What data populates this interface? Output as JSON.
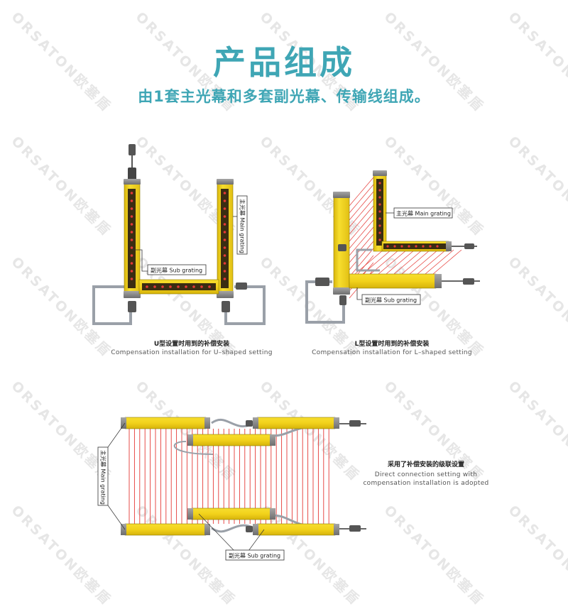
{
  "header": {
    "title": "产品组成",
    "subtitle": "由1套主光幕和多套副光幕、传输线组成。"
  },
  "watermark": "ORSATON欧塞盾",
  "colors": {
    "accent": "#3fa6b5",
    "light_curtain_yellow": "#f2d21b",
    "beam_red": "#e53935",
    "end_cap_gray": "#8a8a8a",
    "cable_gray": "#9aa0a8"
  },
  "diagrams": [
    {
      "name": "u-shaped",
      "labels": {
        "main": "主光幕 Main grating",
        "sub": "副光幕 Sub grating"
      },
      "caption_cn": "U型设置时用到的补偿安装",
      "caption_en": "Compensation installation for U–shaped setting"
    },
    {
      "name": "l-shaped",
      "labels": {
        "main": "主光幕 Main grating",
        "sub": "副光幕 Sub grating"
      },
      "caption_cn": "L型设置时用到的补偿安装",
      "caption_en": "Compensation installation for L–shaped setting"
    },
    {
      "name": "cascade",
      "labels": {
        "main": "主光幕 Main grating",
        "sub": "副光幕 Sub grating"
      },
      "caption_cn": "采用了补偿安装的级联设置",
      "caption_en_1": "Direct connection setting with",
      "caption_en_2": "compensation installation is adopted"
    }
  ]
}
